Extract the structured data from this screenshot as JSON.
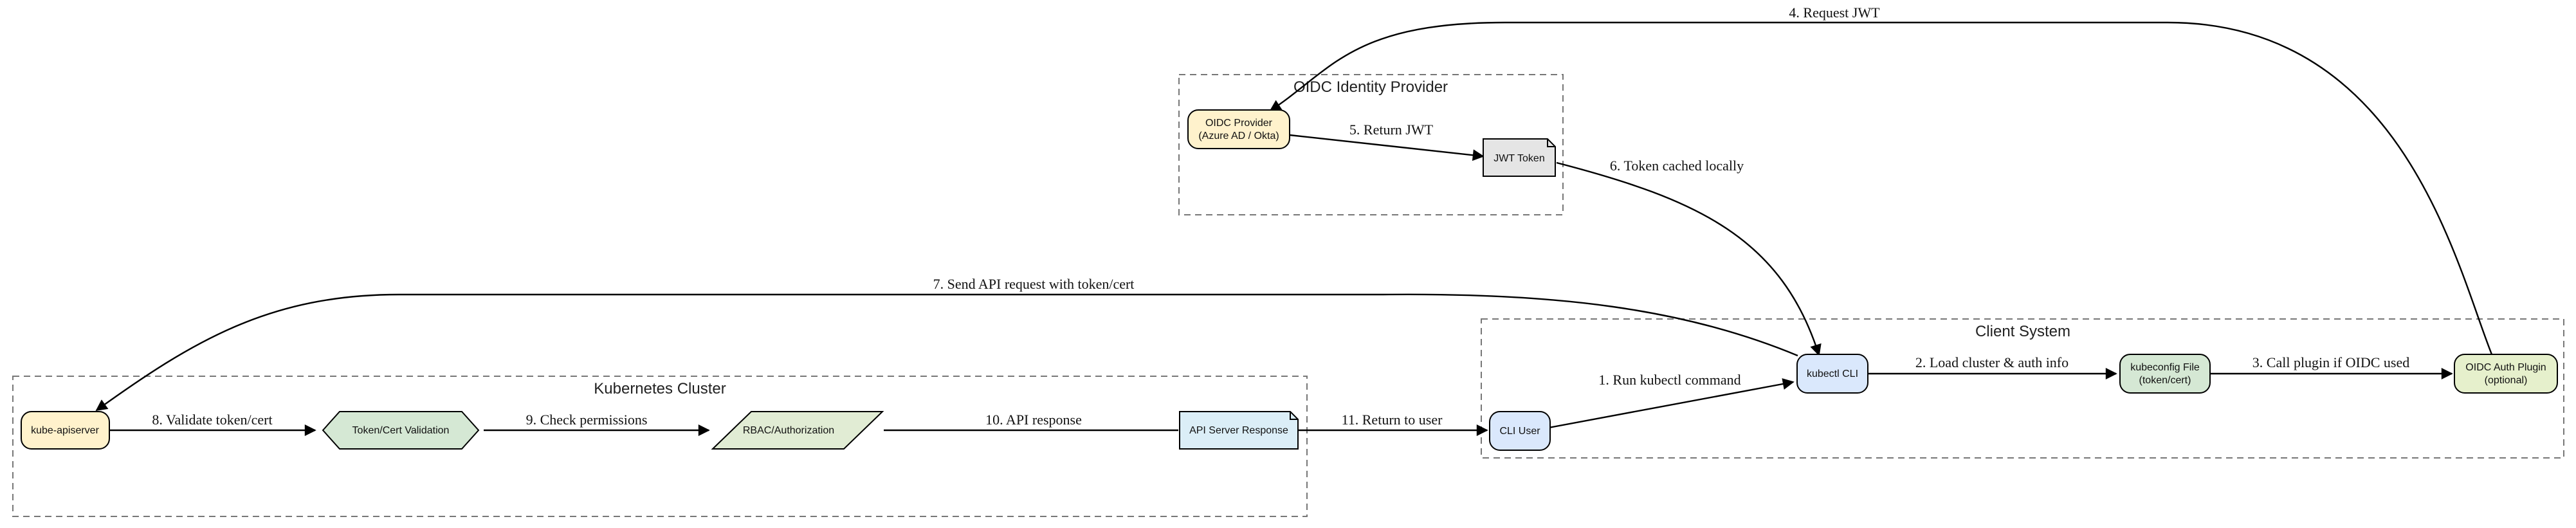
{
  "clusters": {
    "oidc": "OIDC Identity Provider",
    "client": "Client System",
    "k8s": "Kubernetes Cluster"
  },
  "nodes": {
    "oidc_provider": [
      "OIDC Provider",
      "(Azure AD / Okta)"
    ],
    "jwt_token": "JWT Token",
    "kubectl_cli": "kubectl CLI",
    "kubeconfig": [
      "kubeconfig File",
      "(token/cert)"
    ],
    "oidc_plugin": [
      "OIDC Auth Plugin",
      "(optional)"
    ],
    "cli_user": "CLI User",
    "apiserver": "kube-apiserver",
    "token_validation": "Token/Cert Validation",
    "rbac": "RBAC/Authorization",
    "api_response": "API Server Response"
  },
  "edges": {
    "e1": "1. Run kubectl command",
    "e2": "2. Load cluster & auth info",
    "e3": "3. Call plugin if OIDC used",
    "e4": "4. Request JWT",
    "e5": "5. Return JWT",
    "e6": "6. Token cached locally",
    "e7": "7. Send API request with token/cert",
    "e8": "8. Validate token/cert",
    "e9": "9. Check permissions",
    "e10": "10. API response",
    "e11": "11. Return to user"
  },
  "colors": {
    "oidc_provider": "#fff2cc",
    "jwt_token": "#e5e5e5",
    "kubectl_cli": "#dae8fc",
    "kubeconfig": "#d5e8d4",
    "oidc_plugin": "#e6f0cc",
    "cli_user": "#dae8fc",
    "apiserver": "#fff2cc",
    "token_validation": "#d5e8d4",
    "rbac": "#e1ecd4",
    "api_response": "#dbeef7"
  }
}
